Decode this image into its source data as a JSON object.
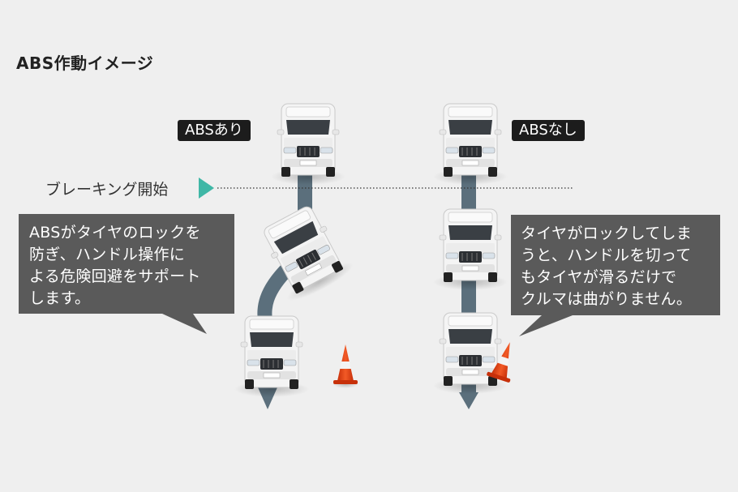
{
  "title": "ABS作動イメージ",
  "labels": {
    "abs_on": "ABSあり",
    "abs_off": "ABSなし",
    "braking_start": "ブレーキング開始"
  },
  "callouts": {
    "left_text": "ABSがタイヤのロックを\n防ぎ、ハンドル操作に\nよる危険回避をサポート\nします。",
    "right_text": "タイヤがロックしてしま\nうと、ハンドルを切って\nもタイヤが滑るだけで\nクルマは曲がりません。"
  },
  "colors": {
    "background": "#efefef",
    "path": "#5b6f7c",
    "callout": "#5a5a5a",
    "tag": "#1c1c1c",
    "marker": "#3fb7a6",
    "cone": "#e8420f"
  }
}
